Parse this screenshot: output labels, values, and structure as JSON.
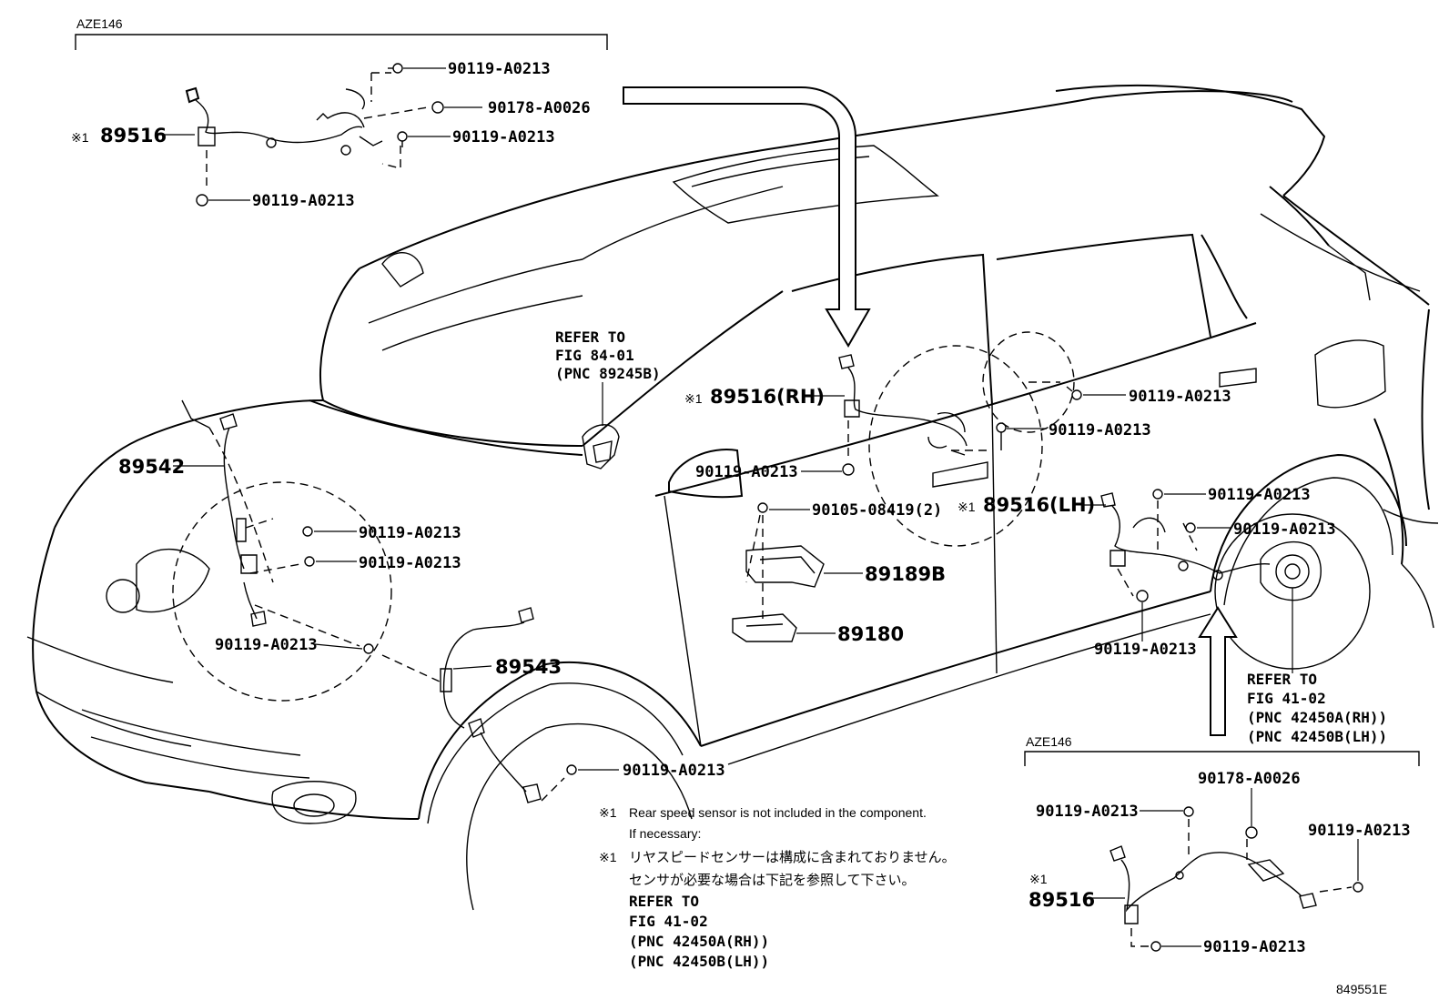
{
  "groups": {
    "top_left": "AZE146",
    "bottom_right": "AZE146"
  },
  "labels": {
    "tl_sensor": "89516",
    "tl_bolt_top": "90119-A0213",
    "tl_clip": "90178-A0026",
    "tl_bolt_mid": "90119-A0213",
    "tl_bolt_low": "90119-A0213",
    "refer_84_line1": "REFER TO",
    "refer_84_line2": "FIG 84-01",
    "refer_84_line3": "(PNC 89245B)",
    "sensor_rh": "89516(RH)",
    "sensor_lh": "89516(LH)",
    "rh_bolt_a": "90119-A0213",
    "rh_bolt_b": "90119-A0213",
    "rh_bolt_c": "90119-A0213",
    "lh_bolt_a": "90119-A0213",
    "lh_bolt_b": "90119-A0213",
    "lh_bolt_c": "90119-A0213",
    "bracket_bolt": "90105-08419(2)",
    "bracket_cover": "89189B",
    "ecu": "89180",
    "front_sensor_lh": "89542",
    "front_sensor_rh": "89543",
    "fl_bolt_a": "90119-A0213",
    "fl_bolt_b": "90119-A0213",
    "fl_bolt_c": "90119-A0213",
    "fr_bolt": "90119-A0213",
    "refer_41_line1": "REFER TO",
    "refer_41_line2": "FIG 41-02",
    "refer_41_line3": "(PNC 42450A(RH))",
    "refer_41_line4": "(PNC 42450B(LH))",
    "br_clip": "90178-A0026",
    "br_bolt_left": "90119-A0213",
    "br_bolt_right": "90119-A0213",
    "br_sensor": "89516",
    "br_bolt_bottom": "90119-A0213",
    "figure_number": "849551E"
  },
  "mark": "※1",
  "notes": {
    "en_line1": "Rear speed sensor is not included in the component.",
    "en_line2": "If necessary:",
    "jp_line1": "リヤスピードセンサーは構成に含まれておりません。",
    "jp_line2": "センサが必要な場合は下記を参照して下さい。",
    "ref_line1": "REFER TO",
    "ref_line2": "FIG 41-02",
    "ref_line3": "(PNC 42450A(RH))",
    "ref_line4": "(PNC 42450B(LH))"
  }
}
